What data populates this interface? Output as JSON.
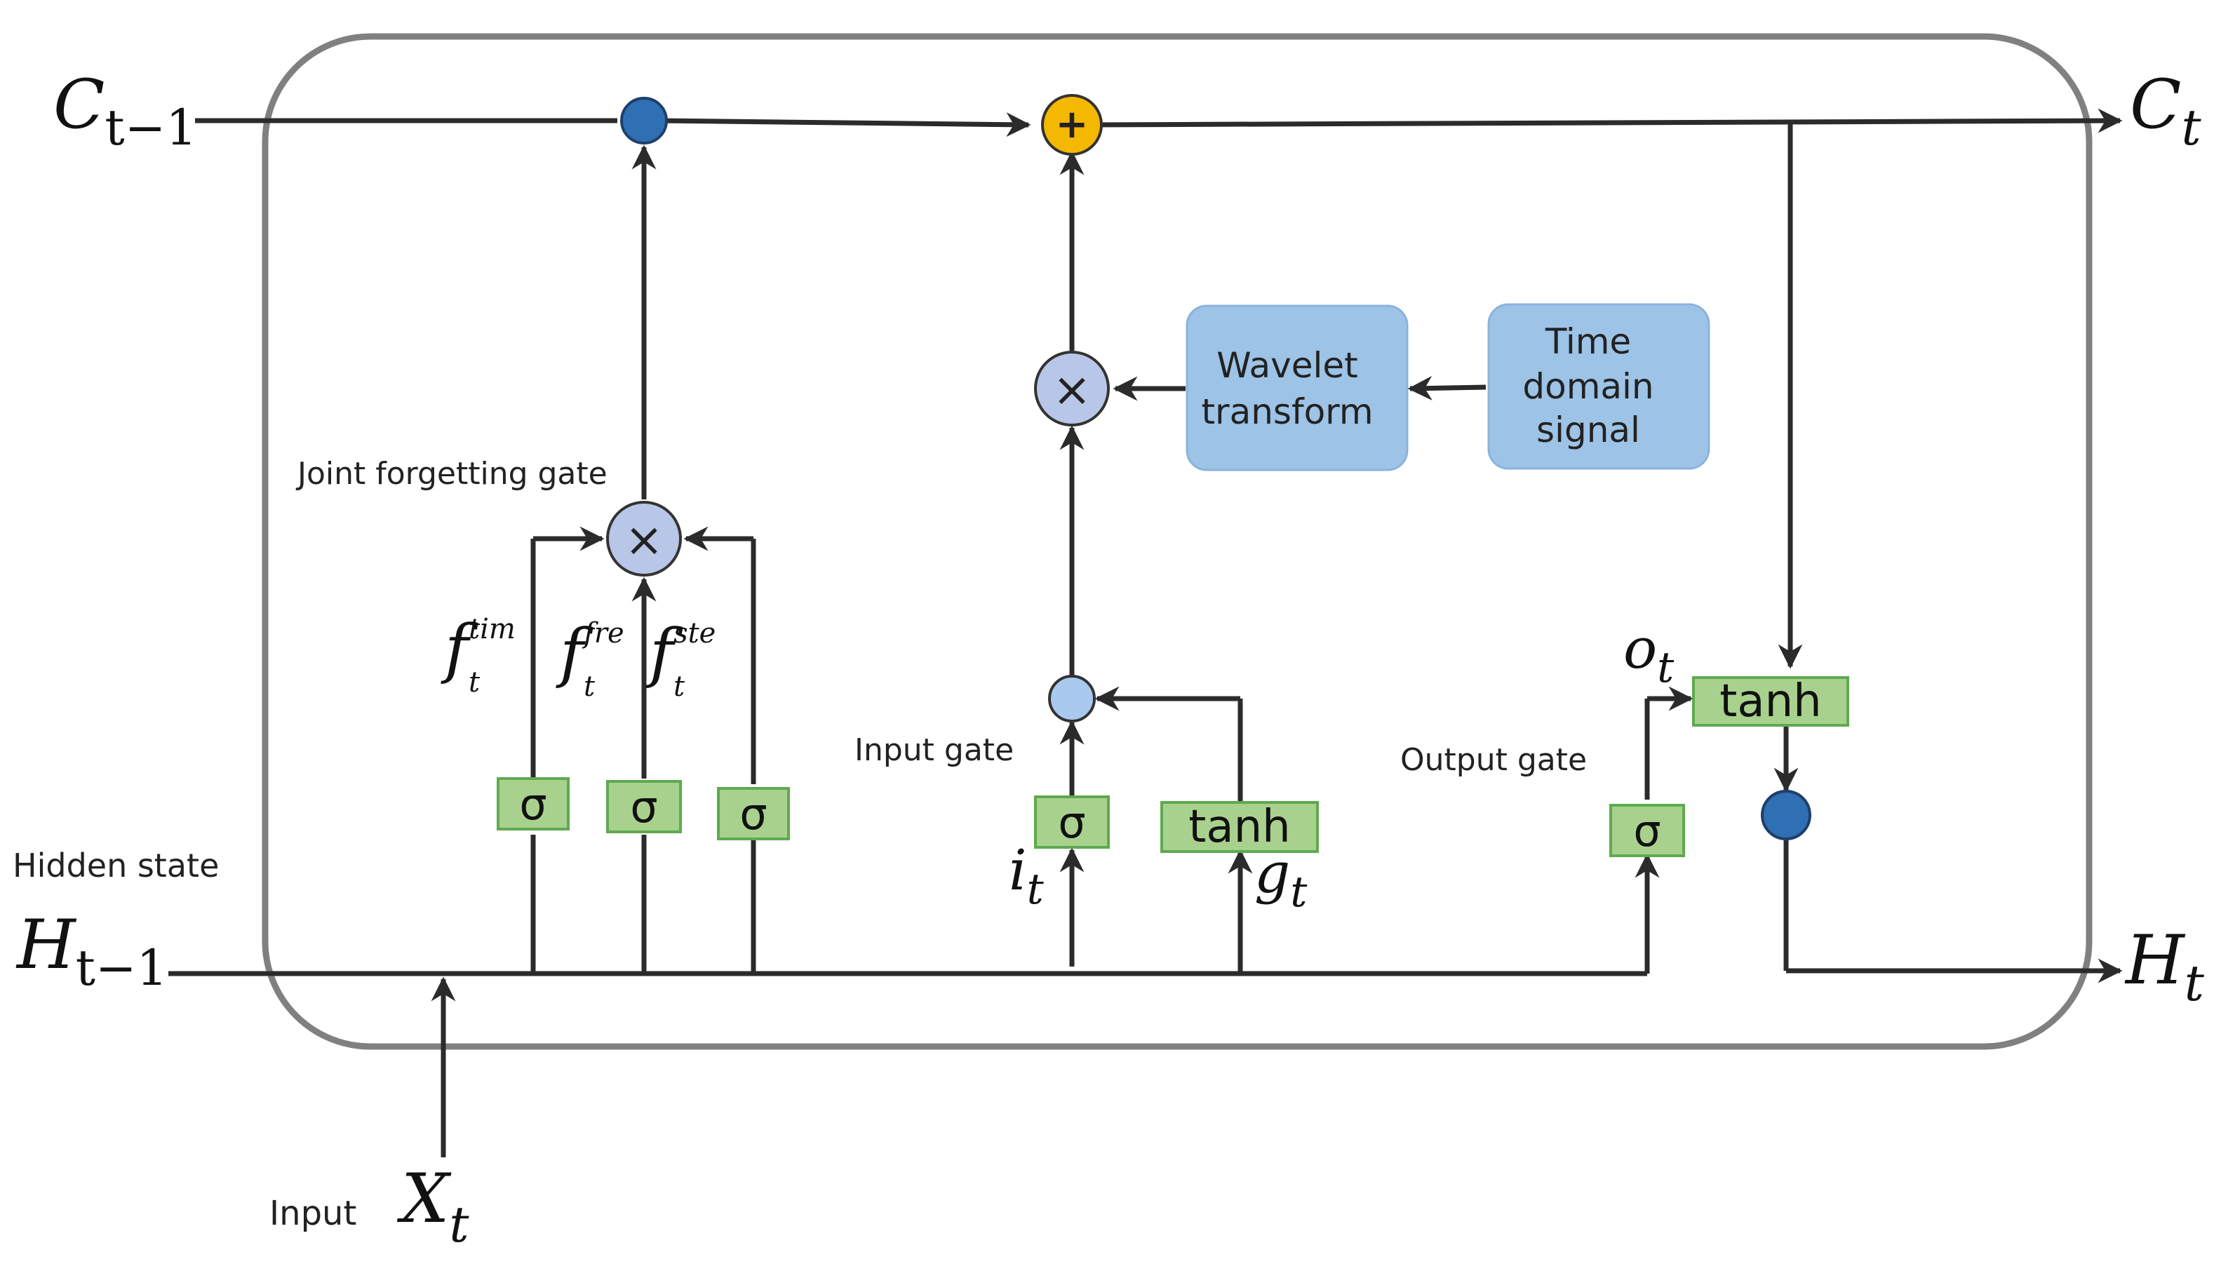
{
  "symbols": {
    "c_prev": {
      "base": "C",
      "sub": "t−1"
    },
    "c_next": {
      "base": "C",
      "sub": "t"
    },
    "h_prev": {
      "base": "H",
      "sub": "t−1"
    },
    "h_next": {
      "base": "H",
      "sub": "t"
    },
    "x_in": {
      "base": "X",
      "sub": "t"
    },
    "f_tim": {
      "base": "f",
      "sub": "t",
      "sup": "tim"
    },
    "f_fre": {
      "base": "f",
      "sub": "t",
      "sup": "fre"
    },
    "f_ste": {
      "base": "f",
      "sub": "t",
      "sup": "ste"
    },
    "i_t": {
      "base": "i",
      "sub": "t"
    },
    "g_t": {
      "base": "g",
      "sub": "t"
    },
    "o_t": {
      "base": "o",
      "sub": "t"
    }
  },
  "labels": {
    "joint_forgetting_gate": "Joint forgetting gate",
    "input_gate": "Input gate",
    "output_gate": "Output gate",
    "hidden_state": "Hidden state",
    "input": "Input"
  },
  "activations": {
    "sigma": "σ",
    "tanh": "tanh"
  },
  "operators": {
    "multiply": "×",
    "add": "+"
  },
  "blocks": {
    "wavelet": [
      "Wavelet",
      "transform"
    ],
    "time_domain": [
      "Time",
      "domain",
      "signal"
    ]
  },
  "colors": {
    "cell_border": "#808080",
    "wire": "#2b2b2b",
    "node_dark_blue": "#2f6fb3",
    "node_light_blue": "#a9c9ee",
    "multiply_node": "#b8c6e8",
    "add_node": "#f5b800",
    "activation_fill": "#a9d18e",
    "activation_border": "#5faa4f",
    "block_fill": "#9dc3e6"
  }
}
